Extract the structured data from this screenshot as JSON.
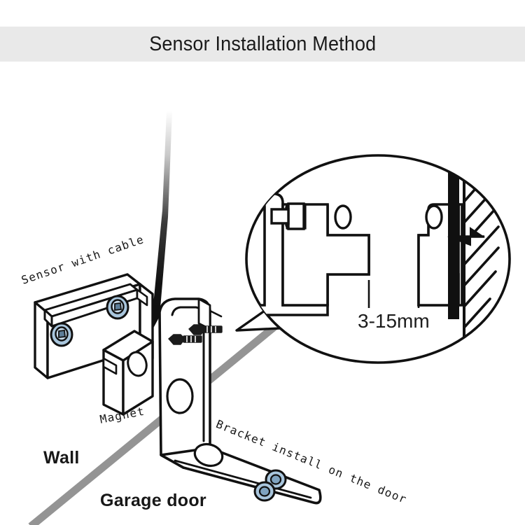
{
  "page": {
    "title": "Sensor Installation Method",
    "background_color": "#ffffff",
    "title_band_color": "#e9e9e9"
  },
  "diagram": {
    "type": "technical-installation-diagram",
    "subject": "Garage door wireless contact sensor mounting",
    "line_color": "#111111",
    "screw_color": "#a9c6dd",
    "bolt_color": "#1b1b1b",
    "floor_line_color": "#949494",
    "labels": {
      "sensor": "Sensor with cable",
      "magnet": "Magnet",
      "bracket": "Bracket install on the door",
      "wall": "Wall",
      "garage_door": "Garage door",
      "gap_dimension": "3-15mm"
    },
    "callout": {
      "shape": "ellipse",
      "content": "cross-section detail of sensor and bracket mounting gap",
      "dimension_label": "3-15mm",
      "wall_hatching": true
    },
    "components": [
      {
        "name": "sensor-body",
        "screws": 2,
        "screw_color": "#a9c6dd"
      },
      {
        "name": "magnet-block",
        "screws": 0
      },
      {
        "name": "l-bracket",
        "bolts": 2,
        "screws": 2,
        "holes": 3
      },
      {
        "name": "antenna-cable",
        "style": "black-gradient-line"
      }
    ]
  }
}
